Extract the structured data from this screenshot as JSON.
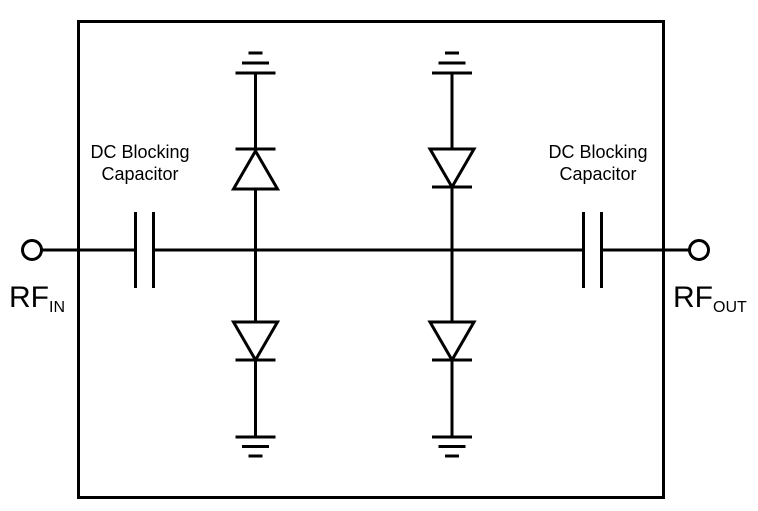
{
  "diagram": {
    "type": "circuit-schematic",
    "description": "RF limiter: series DC blocking capacitors at input and output with two shunt branches, each containing diodes to ground above and below the RF line",
    "background_color": "#ffffff",
    "line_color": "#000000",
    "labels": {
      "rf_in": {
        "main": "RF",
        "sub": "IN"
      },
      "rf_out": {
        "main": "RF",
        "sub": "OUT"
      },
      "left_capacitor": {
        "line1": "DC Blocking",
        "line2": "Capacitor"
      },
      "right_capacitor": {
        "line1": "DC Blocking",
        "line2": "Capacitor"
      }
    },
    "components": {
      "input_terminal": "open-circle RF input port",
      "output_terminal": "open-circle RF output port",
      "left_dc_blocking_capacitor": "series capacitor",
      "right_dc_blocking_capacitor": "series capacitor",
      "left_top_diode": "shunt diode, triangle pointing up, cathode bar toward top ground",
      "left_bottom_diode": "shunt diode, triangle pointing down, cathode bar toward bottom ground",
      "right_top_diode": "shunt diode, triangle pointing down, cathode bar toward RF line",
      "right_bottom_diode": "shunt diode, triangle pointing down, cathode bar toward bottom ground",
      "ground_symbols": "four three-bar ground symbols: two inverted at top, two at bottom"
    }
  }
}
